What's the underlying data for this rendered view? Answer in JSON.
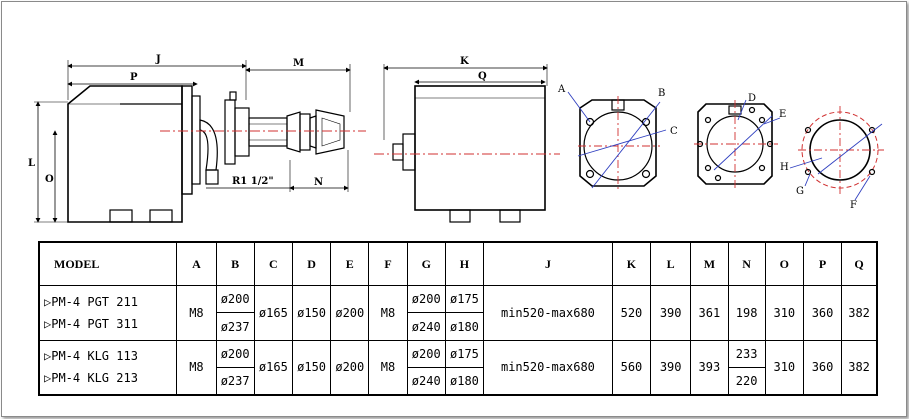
{
  "drawing": {
    "side_view_dims": [
      "J",
      "P",
      "M",
      "L",
      "O",
      "R1 1/2\"",
      "N"
    ],
    "front_view_dims": [
      "K",
      "Q"
    ],
    "flange_labels": [
      "A",
      "B",
      "C",
      "D",
      "E",
      "H",
      "G",
      "F"
    ]
  },
  "table": {
    "headers": [
      "MODEL",
      "A",
      "B",
      "C",
      "D",
      "E",
      "F",
      "G",
      "H",
      "J",
      "K",
      "L",
      "M",
      "N",
      "O",
      "P",
      "Q"
    ],
    "group1": {
      "models": [
        "PM-4 PGT 211",
        "PM-4 PGT 311"
      ],
      "A": "M8",
      "B1": "ø200",
      "B2": "ø237",
      "C": "ø165",
      "D": "ø150",
      "E": "ø200",
      "F": "M8",
      "G1": "ø200",
      "G2": "ø240",
      "H1": "ø175",
      "H2": "ø180",
      "J": "min520-max680",
      "K": "520",
      "L": "390",
      "M": "361",
      "N": "198",
      "O": "310",
      "P": "360",
      "Q": "382"
    },
    "group2": {
      "models": [
        "PM-4 KLG 113",
        "PM-4 KLG 213"
      ],
      "A": "M8",
      "B1": "ø200",
      "B2": "ø237",
      "C": "ø165",
      "D": "ø150",
      "E": "ø200",
      "F": "M8",
      "G1": "ø200",
      "G2": "ø240",
      "H1": "ø175",
      "H2": "ø180",
      "J": "min520-max680",
      "K": "560",
      "L": "390",
      "M": "393",
      "N1": "233",
      "N2": "220",
      "O": "310",
      "P": "360",
      "Q": "382"
    }
  }
}
